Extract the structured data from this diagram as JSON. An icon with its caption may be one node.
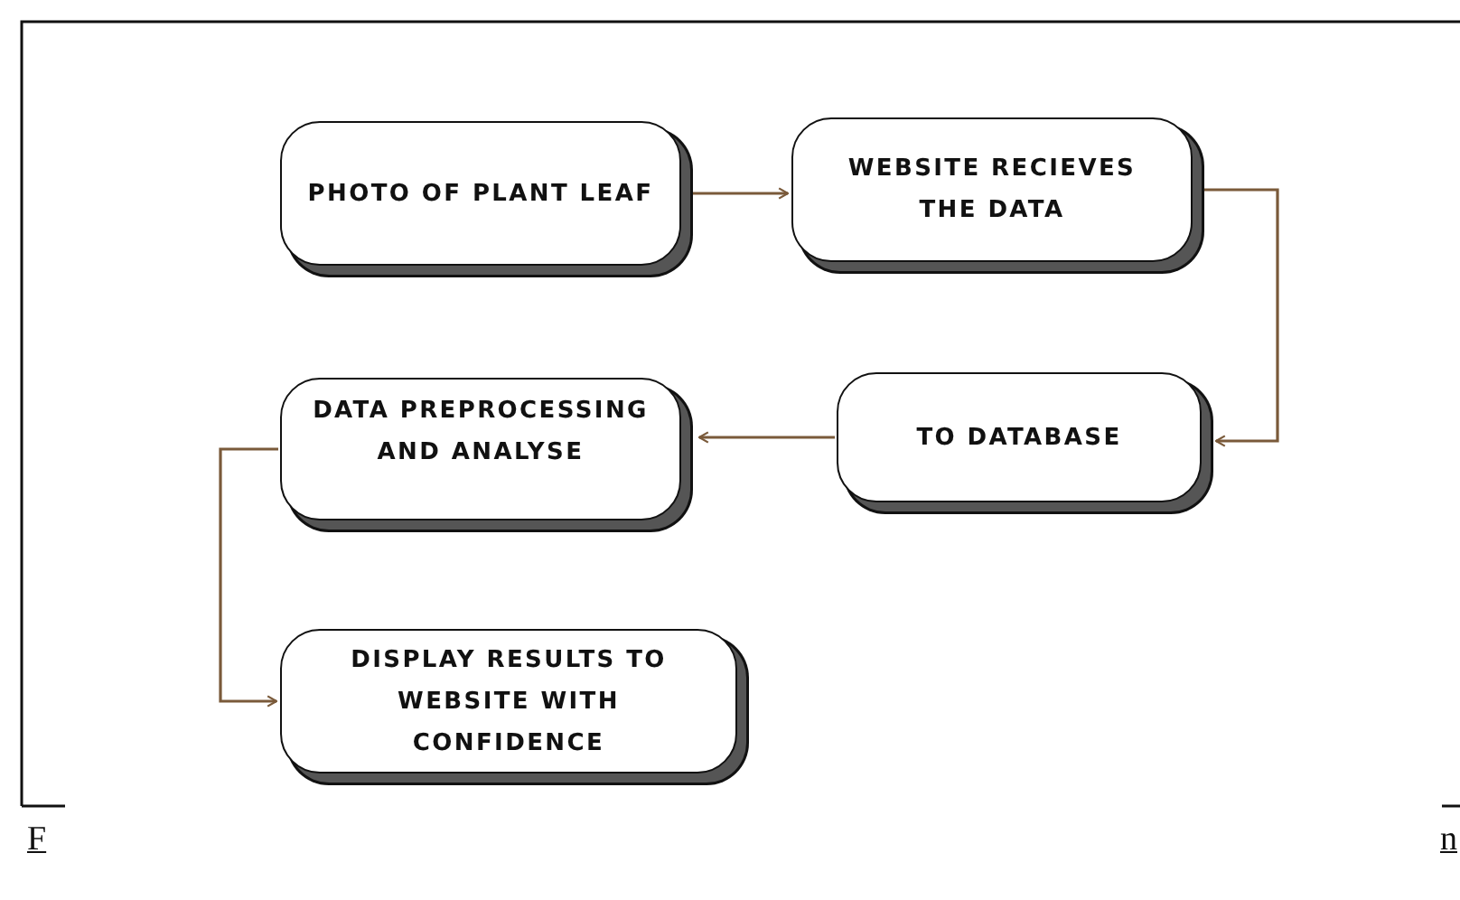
{
  "diagram": {
    "nodes": [
      {
        "text": [
          "PHOTO OF PLANT LEAF"
        ]
      },
      {
        "text": [
          "WEBSITE RECIEVES THE DATA"
        ]
      },
      {
        "text": [
          "TO DATABASE"
        ]
      },
      {
        "text": [
          "DATA PREPROCESSING AND ANALYSE"
        ]
      },
      {
        "text": [
          "DISPLAY RESULTS TO WEBSITE WITH CONFIDENCE"
        ]
      }
    ],
    "edges": [
      {
        "from": 0,
        "to": 1,
        "arrow": "to"
      },
      {
        "from": 1,
        "to": 2,
        "arrow": "to"
      },
      {
        "from": 2,
        "to": 3,
        "arrow": "to"
      },
      {
        "from": 3,
        "to": 4,
        "arrow": "to"
      }
    ],
    "labels": [
      "F",
      "n"
    ]
  }
}
